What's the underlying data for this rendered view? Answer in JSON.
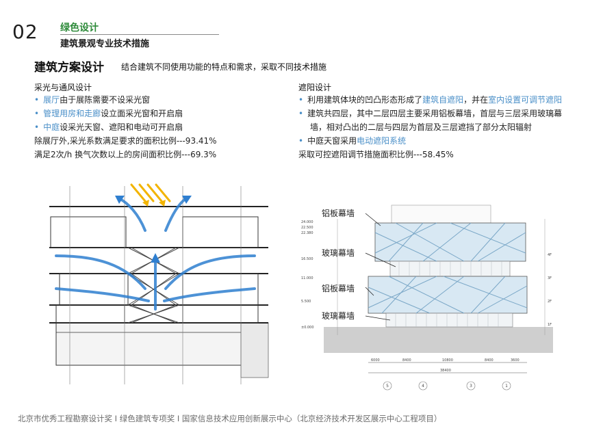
{
  "header": {
    "section_number": "02",
    "title": "绿色设计",
    "subtitle": "建筑景观专业技术措施"
  },
  "headline": {
    "title": "建筑方案设计",
    "description": "结合建筑不同使用功能的特点和需求，采取不同技术措施"
  },
  "left": {
    "heading": "采光与通风设计",
    "bullets": [
      {
        "highlight": "展厅",
        "text": "由于展陈需要不设采光窗"
      },
      {
        "highlight": "管理用房和走廊",
        "text": "设立面采光窗和开启扇"
      },
      {
        "highlight": "中庭",
        "text": "设采光天窗、遮阳和电动可开启扇"
      }
    ],
    "stats": [
      "除展厅外,采光系数满足要求的面积比例---93.41%",
      "满足2次/h 换气次数以上的房间面积比例---69.3%"
    ]
  },
  "right": {
    "heading": "遮阳设计",
    "bullet1": {
      "pre": "利用建筑体块的凹凸形态形成了",
      "hl1": "建筑自遮阳",
      "mid": "，并在",
      "hl2": "室内设置可调节遮阳"
    },
    "bullet2_line1": "建筑共四层，其中二层四层主要采用铝板幕墙，首层与三层采用玻璃幕",
    "bullet2_line2": "墙，相对凸出的二层与四层为首层及三层遮挡了部分太阳辐射",
    "bullet3": {
      "pre": "中庭天窗采用",
      "hl": "电动遮阳系统"
    },
    "stat": "采取可控遮阳调节措施面积比例---58.45%"
  },
  "elevation": {
    "labels": [
      "铝板幕墙",
      "玻璃幕墙",
      "铝板幕墙",
      "玻璃幕墙"
    ],
    "levels": [
      "24.000",
      "22.500",
      "22.380",
      "16.500",
      "11.000",
      "5.500",
      "±0.000"
    ],
    "floors": [
      "4F",
      "3F",
      "2F",
      "1F"
    ],
    "bay_dims": [
      "6000",
      "8400",
      "10800",
      "8400",
      "3600"
    ],
    "total_dim": "38400",
    "axes": [
      "5",
      "4",
      "3",
      "1"
    ]
  },
  "footer": {
    "text": "北京市优秀工程勘察设计奖 I 绿色建筑专项奖 I 国家信息技术应用创新展示中心（北京经济技术开发区展示中心工程项目）"
  },
  "colors": {
    "accent": "#4a8fc8",
    "green": "#2e8b3a",
    "arrow": "#2f7fd0",
    "sun": "#f2b400"
  }
}
